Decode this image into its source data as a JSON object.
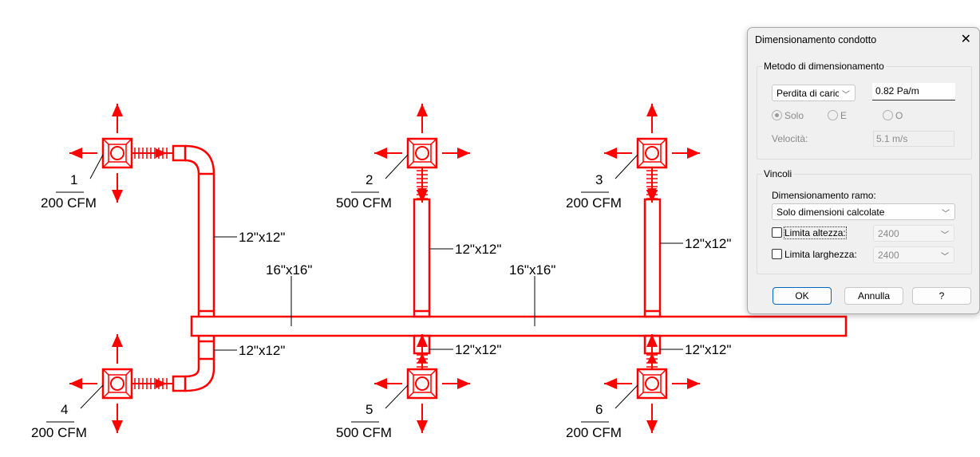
{
  "drawing": {
    "colors": {
      "duct": "#ff0000",
      "text": "#000000"
    },
    "diffusers": [
      {
        "number": "1",
        "flow": "200 CFM"
      },
      {
        "number": "2",
        "flow": "500 CFM"
      },
      {
        "number": "3",
        "flow": "200 CFM"
      },
      {
        "number": "4",
        "flow": "200 CFM"
      },
      {
        "number": "5",
        "flow": "500 CFM"
      },
      {
        "number": "6",
        "flow": "200 CFM"
      }
    ],
    "duct_labels": {
      "branch1": "12\"x12\"",
      "branch2": "12\"x12\"",
      "branch3": "12\"x12\"",
      "branch4": "12\"x12\"",
      "branch5": "12\"x12\"",
      "branch6": "12\"x12\"",
      "main_left": "16\"x16\"",
      "main_right": "16\"x16\""
    }
  },
  "dialog": {
    "title": "Dimensionamento condotto",
    "method_group": "Metodo di dimensionamento",
    "method_select": "Perdita di carico c",
    "method_value": "0.82 Pa/m",
    "radio_solo": "Solo",
    "radio_e": "E",
    "radio_o": "O",
    "velocity_label": "Velocità:",
    "velocity_value": "5.1 m/s",
    "constraints_group": "Vincoli",
    "branch_sizing_label": "Dimensionamento ramo:",
    "branch_sizing_select": "Solo dimensioni calcolate",
    "limit_height_label": "Limita altezza:",
    "limit_height_value": "2400",
    "limit_width_label": "Limita larghezza:",
    "limit_width_value": "2400",
    "ok": "OK",
    "cancel": "Annulla",
    "help": "?"
  }
}
